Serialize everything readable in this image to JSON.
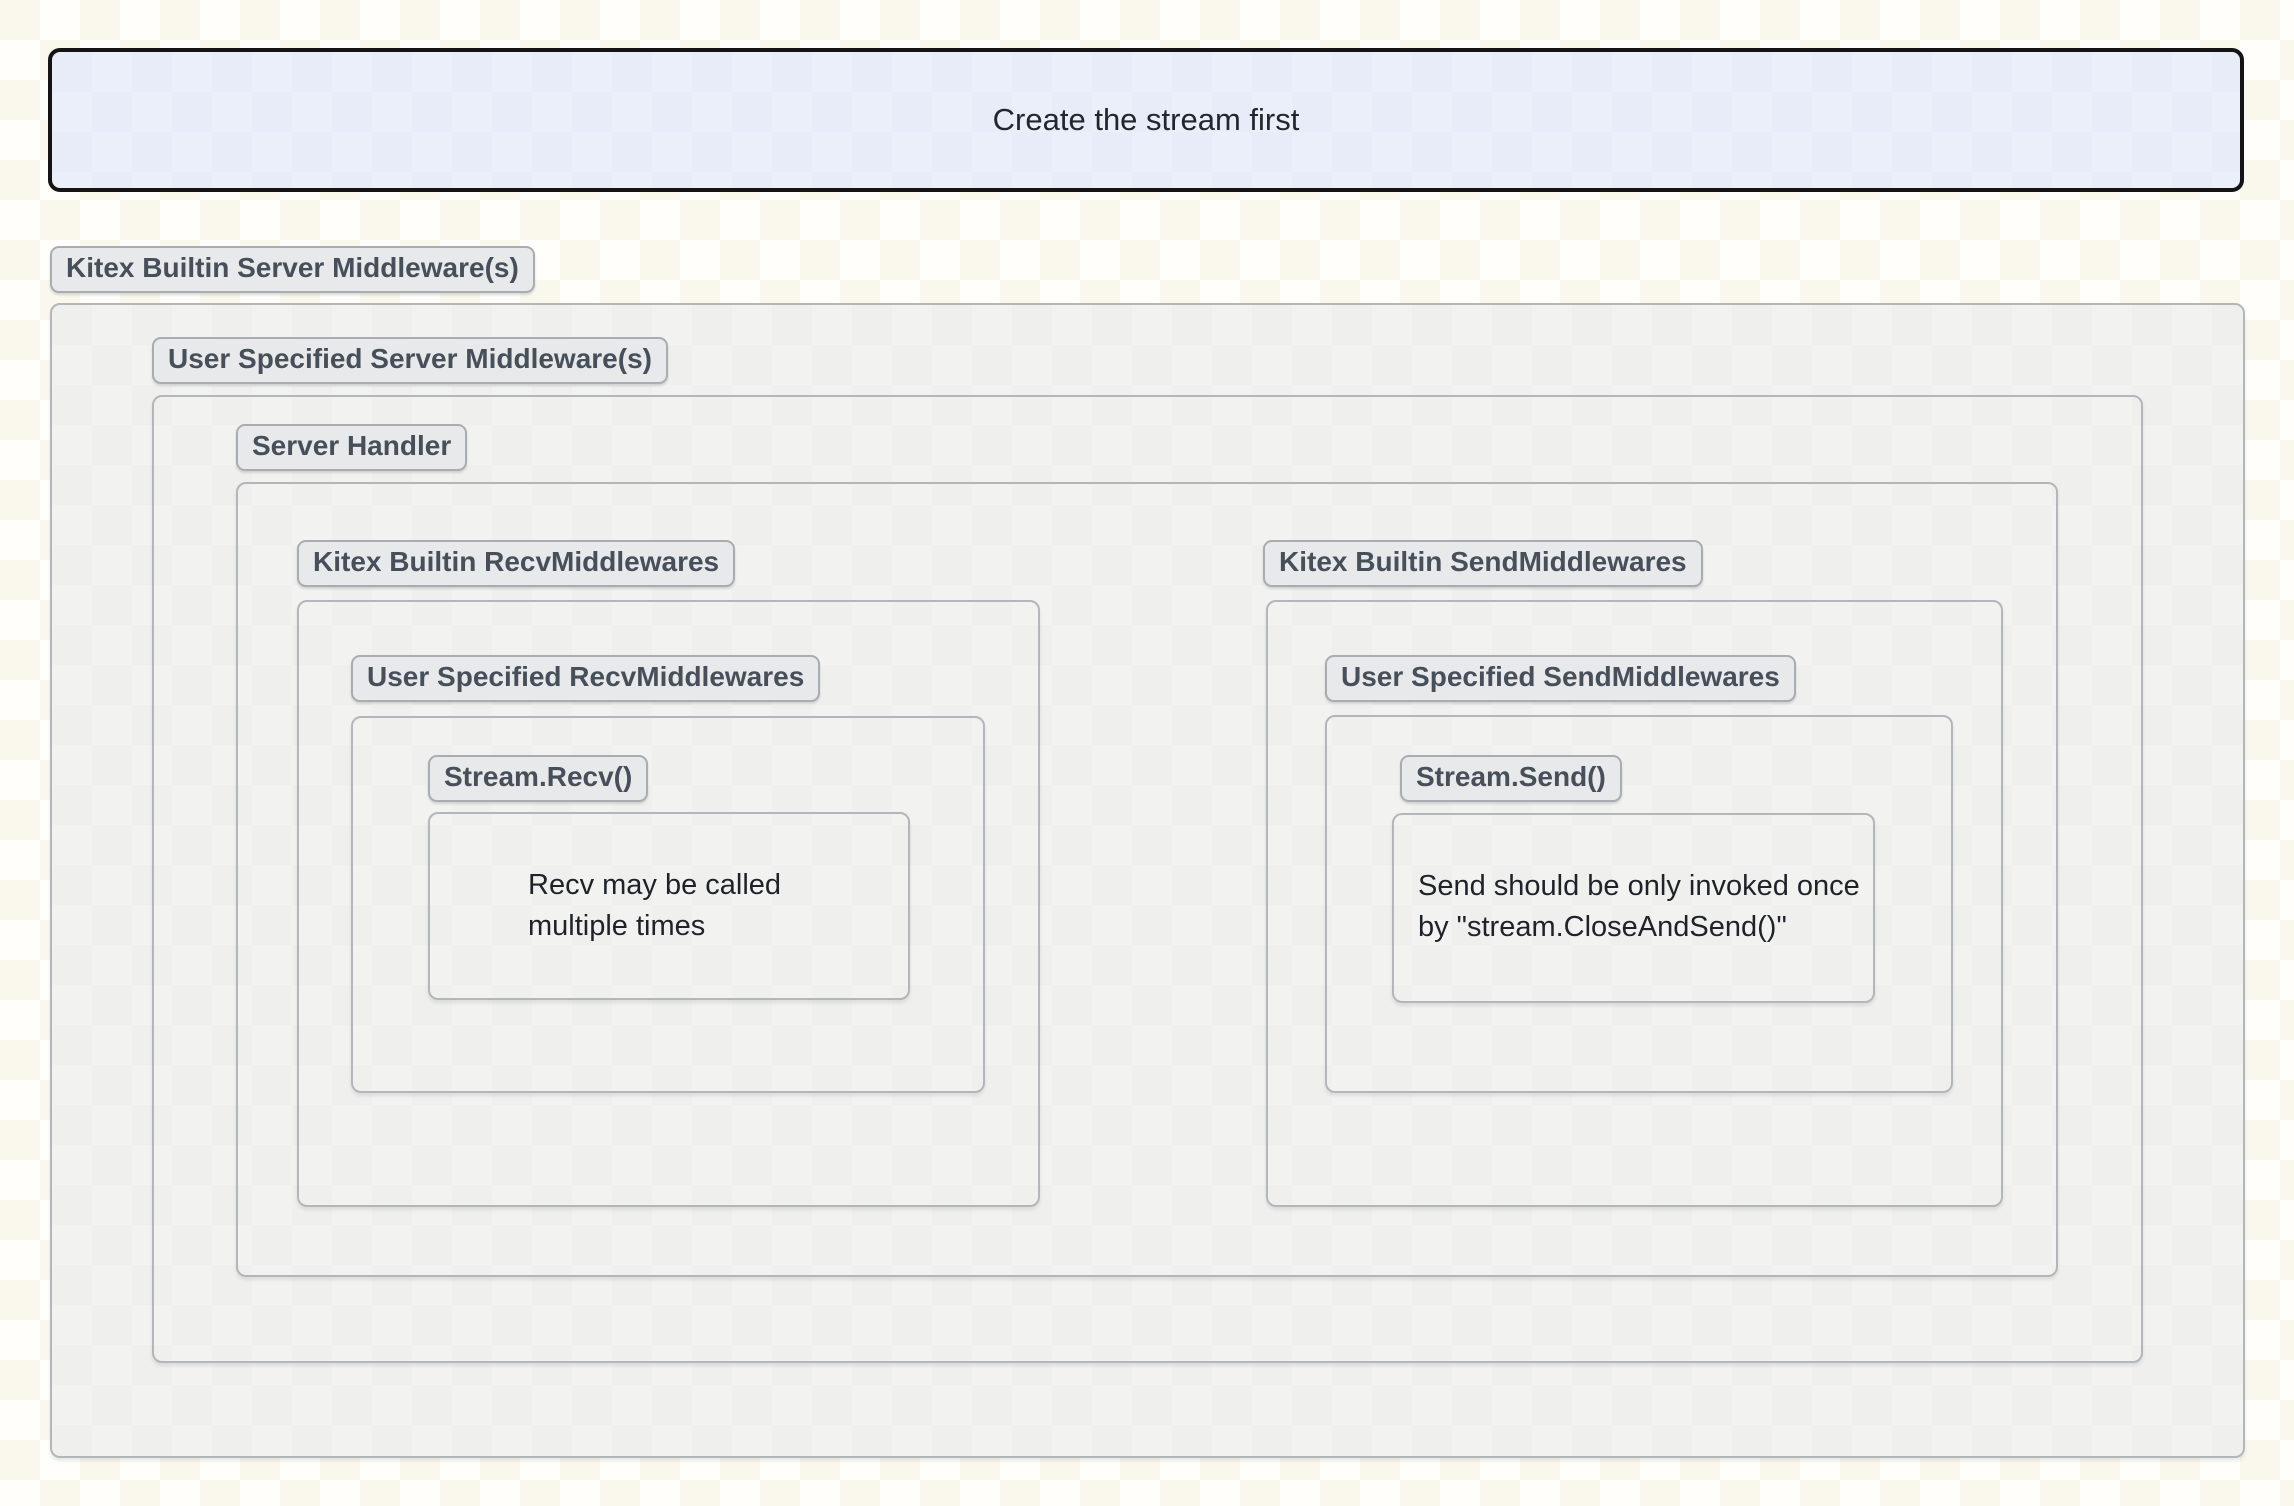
{
  "note": {
    "text": "Create the stream first"
  },
  "layers": {
    "builtin_server": {
      "label": "Kitex Builtin Server Middleware(s)"
    },
    "user_server": {
      "label": "User Specified Server Middleware(s)"
    },
    "server_handler": {
      "label": "Server Handler"
    }
  },
  "recv": {
    "builtin_label": "Kitex Builtin RecvMiddlewares",
    "user_label": "User Specified RecvMiddlewares",
    "stream_label": "Stream.Recv()",
    "note_line1": "Recv may be called",
    "note_line2": "multiple times"
  },
  "send": {
    "builtin_label": "Kitex Builtin SendMiddlewares",
    "user_label": "User Specified SendMiddlewares",
    "stream_label": "Stream.Send()",
    "note_line1": "Send should be only invoked once",
    "note_line2": "by \"stream.CloseAndSend()\""
  },
  "colors": {
    "note_fill": "#e9eef9",
    "note_border": "#141414",
    "frame_border": "#b3b6ba",
    "frame_fill": "#f1f2ef",
    "badge_fill": "#e8e9eb",
    "badge_border": "#a9adb1",
    "badge_text": "#47505a",
    "body_text": "#1f2329"
  }
}
